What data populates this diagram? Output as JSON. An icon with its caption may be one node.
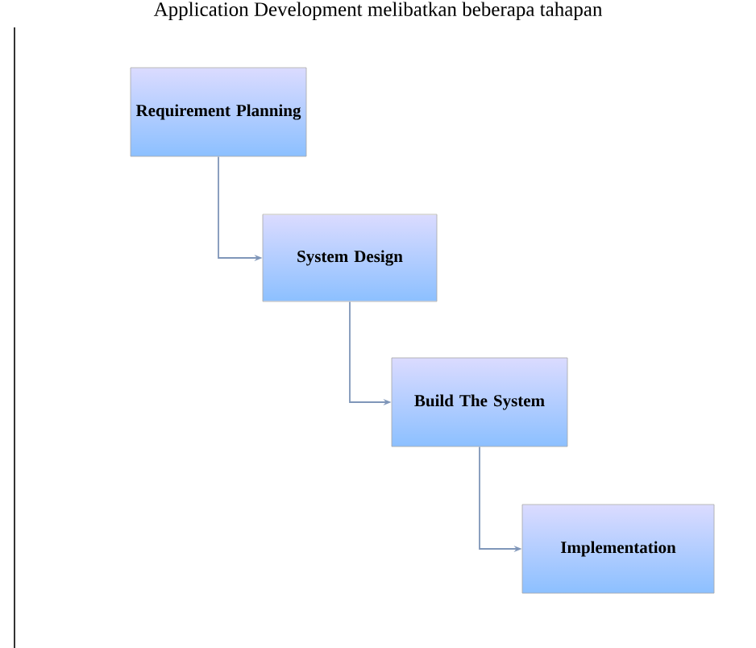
{
  "diagram": {
    "title": "Application Development melibatkan beberapa tahapan",
    "nodes": [
      {
        "text": [
          "Requirement Planning"
        ]
      },
      {
        "text": [
          "System Design"
        ]
      },
      {
        "text": [
          "Build The System"
        ]
      },
      {
        "text": [
          "Implementation"
        ]
      }
    ],
    "edges": [
      {
        "from": 0,
        "to": 1,
        "arrow": "to"
      },
      {
        "from": 1,
        "to": 2,
        "arrow": "to"
      },
      {
        "from": 2,
        "to": 3,
        "arrow": "to"
      }
    ]
  }
}
